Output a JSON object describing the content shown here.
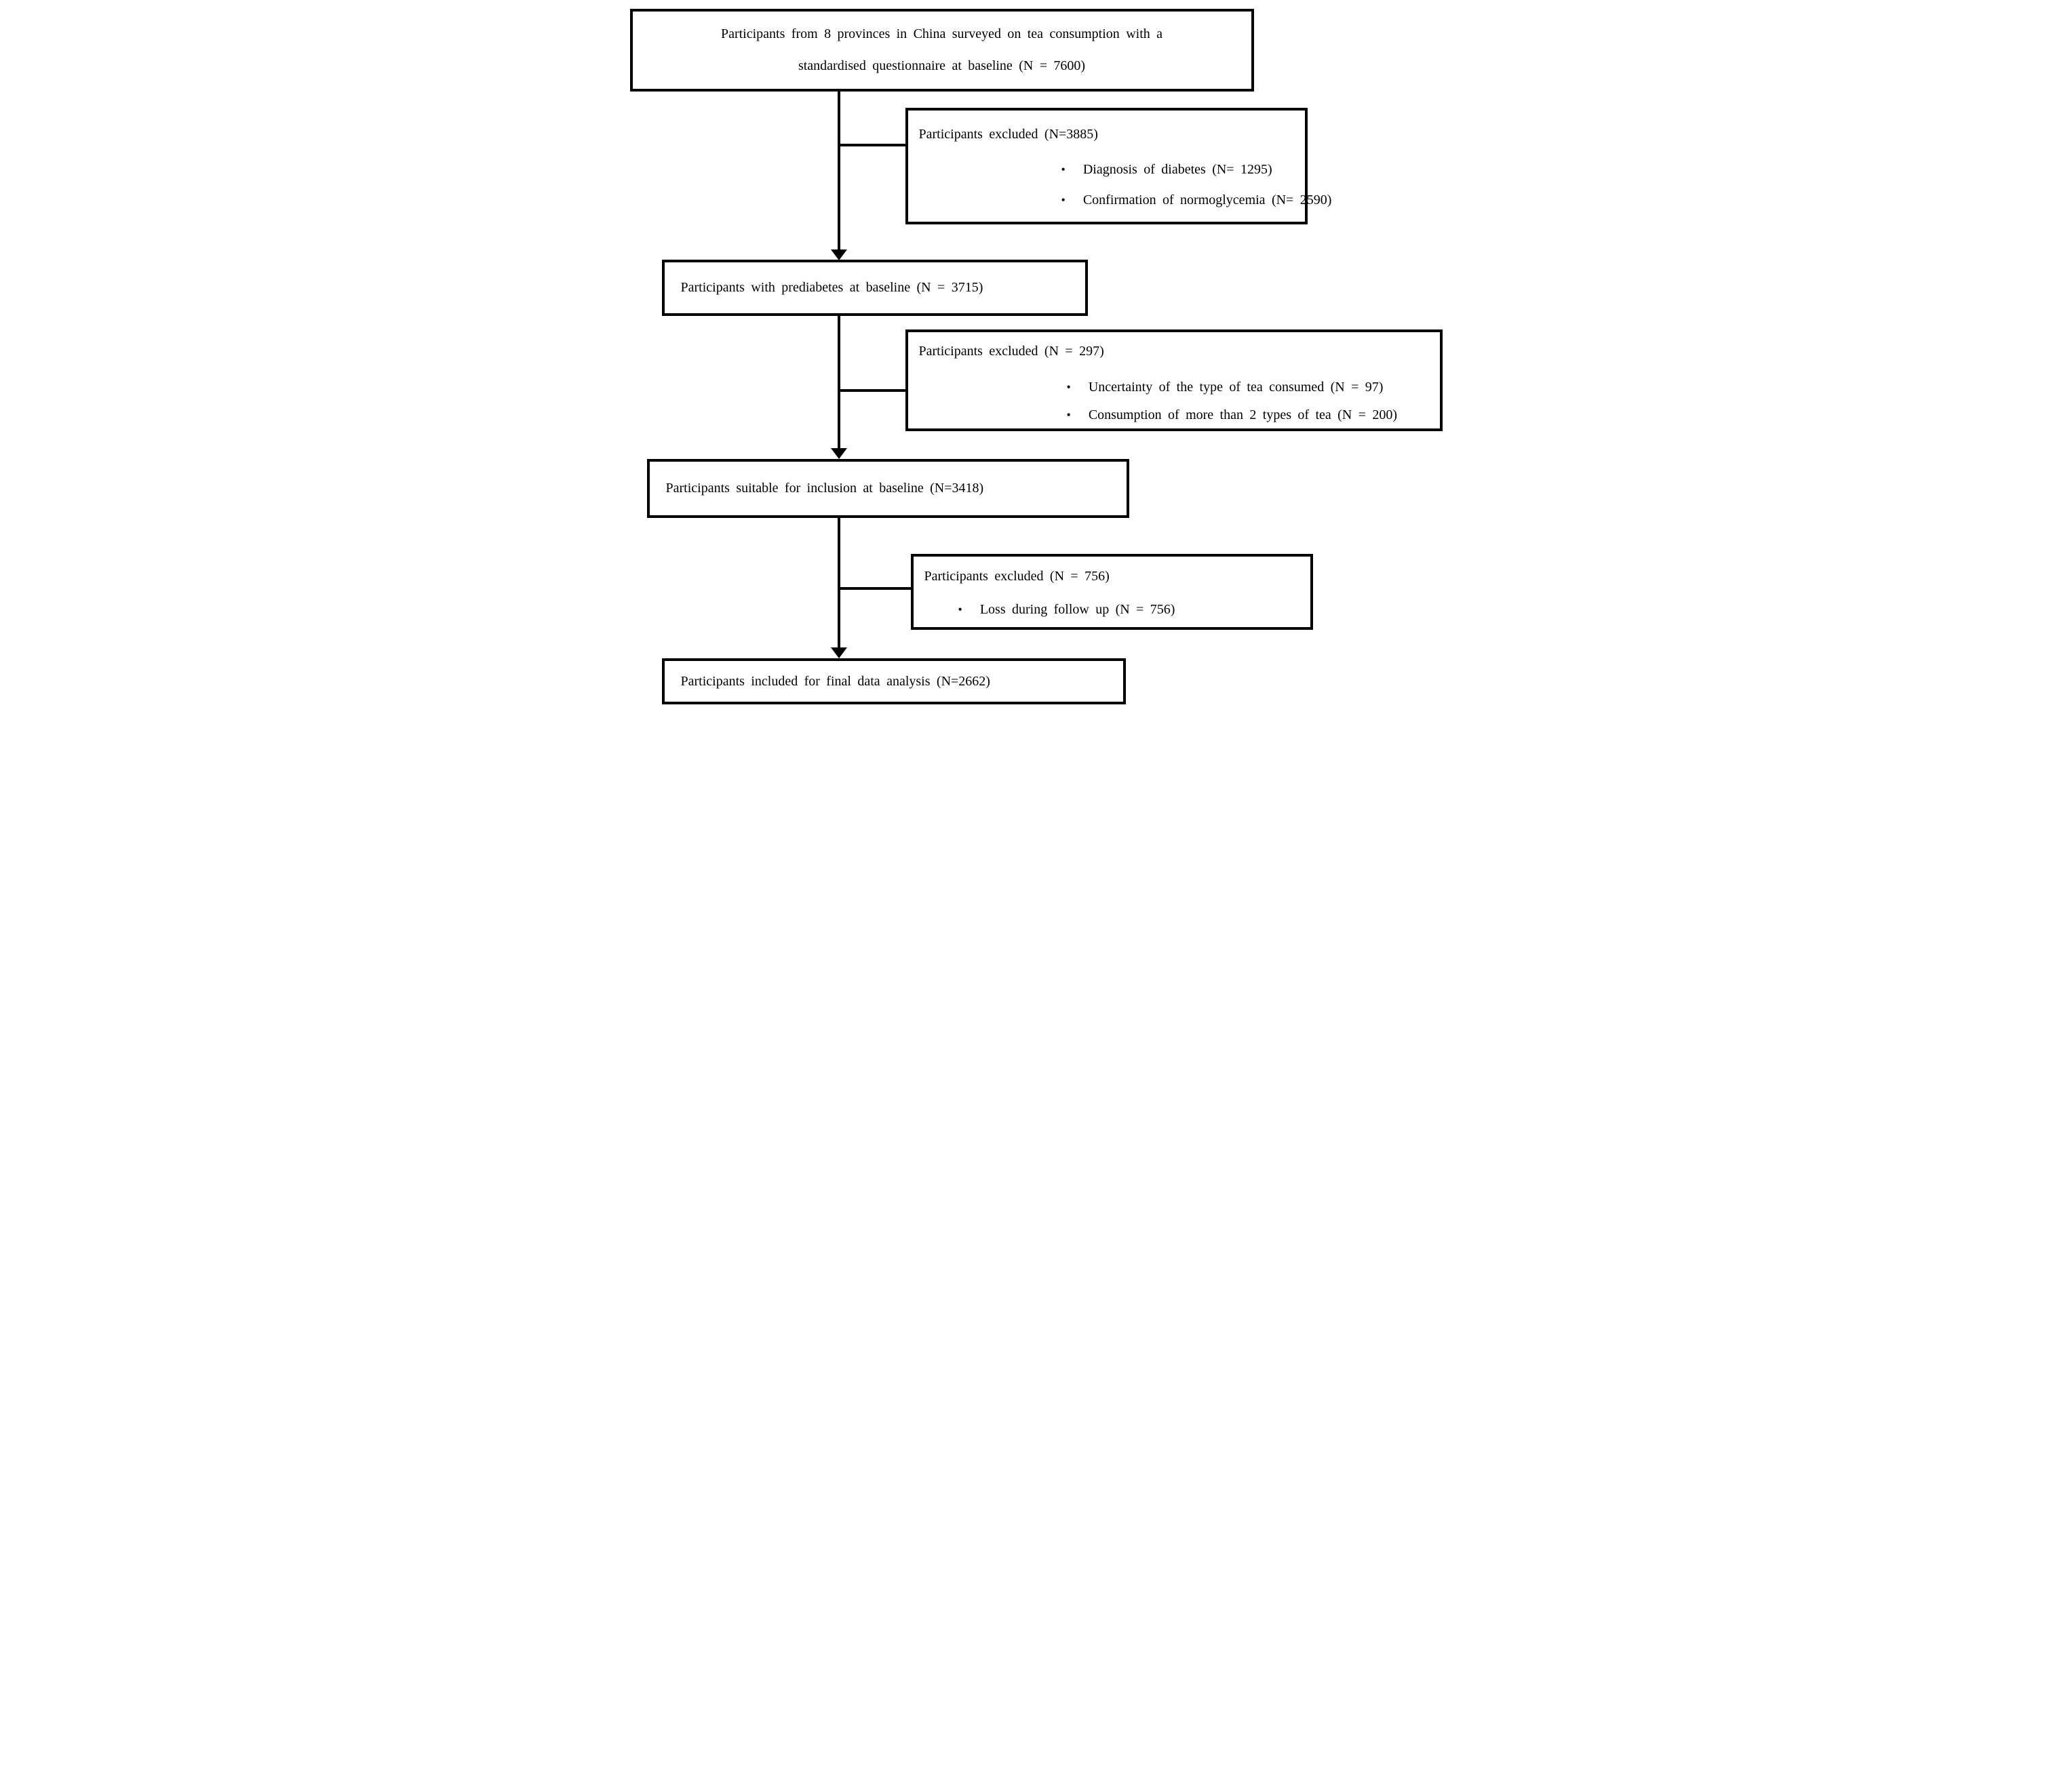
{
  "figure": {
    "background_color": "#ffffff",
    "line_color": "#000000",
    "bullet_glyph": "•",
    "boxes": {
      "baseline": {
        "text": "Participants from 8 provinces in China surveyed on tea consumption with a standardised questionnaire at baseline (N = 7600)"
      },
      "excluded_1": {
        "title": "Participants excluded (N=3885)",
        "bullets": [
          "Diagnosis of diabetes (N= 1295)",
          "Confirmation of normoglycemia (N= 2590)"
        ]
      },
      "prediabetes": {
        "text": "Participants with prediabetes at baseline (N = 3715)"
      },
      "excluded_2": {
        "title": "Participants excluded (N = 297)",
        "bullets": [
          "Uncertainty of the type of tea consumed (N = 97)",
          "Consumption of more than 2 types of tea (N = 200)"
        ]
      },
      "suitable": {
        "text": "Participants suitable for inclusion at baseline (N=3418)"
      },
      "excluded_3": {
        "title": "Participants excluded (N = 756)",
        "bullets": [
          "Loss during follow up (N = 756)"
        ]
      },
      "final": {
        "text": "Participants included for final data analysis (N=2662)"
      }
    }
  }
}
